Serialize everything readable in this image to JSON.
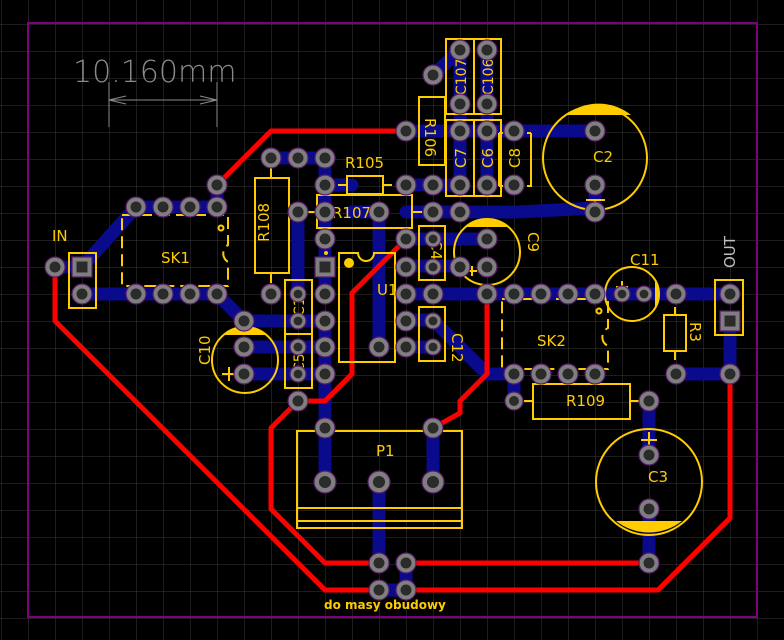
{
  "view": {
    "type": "pcb-layout-editor",
    "colors": {
      "background": "#000000",
      "grid": "#3a3a3a",
      "board_outline": "#800080",
      "top_copper": "#ff0000",
      "bottom_copper": "#0a0a8c",
      "silkscreen": "#ffcc00",
      "pad": "#7f7f7f",
      "dimension": "#8a8a8a"
    }
  },
  "dimension": {
    "label": "10.160mm"
  },
  "connectors": {
    "in": "IN",
    "out": "OUT"
  },
  "components": {
    "sk1": "SK1",
    "sk2": "SK2",
    "u1": "U1",
    "p1": "P1",
    "r105": "R105",
    "r106": "R106",
    "r107": "R107",
    "r108": "R108",
    "r109": "R109",
    "r3": "R3",
    "c1": "C1",
    "c2": "C2",
    "c3": "C3",
    "c4": "C4",
    "c5": "C5",
    "c6": "C6",
    "c7": "C7",
    "c8": "C8",
    "c9": "C9",
    "c10": "C10",
    "c11": "C11",
    "c12": "C12",
    "c106": "C106",
    "c107": "C107"
  },
  "notes": {
    "ground": "do masy obudowy"
  },
  "polarity": {
    "plus": "+"
  }
}
